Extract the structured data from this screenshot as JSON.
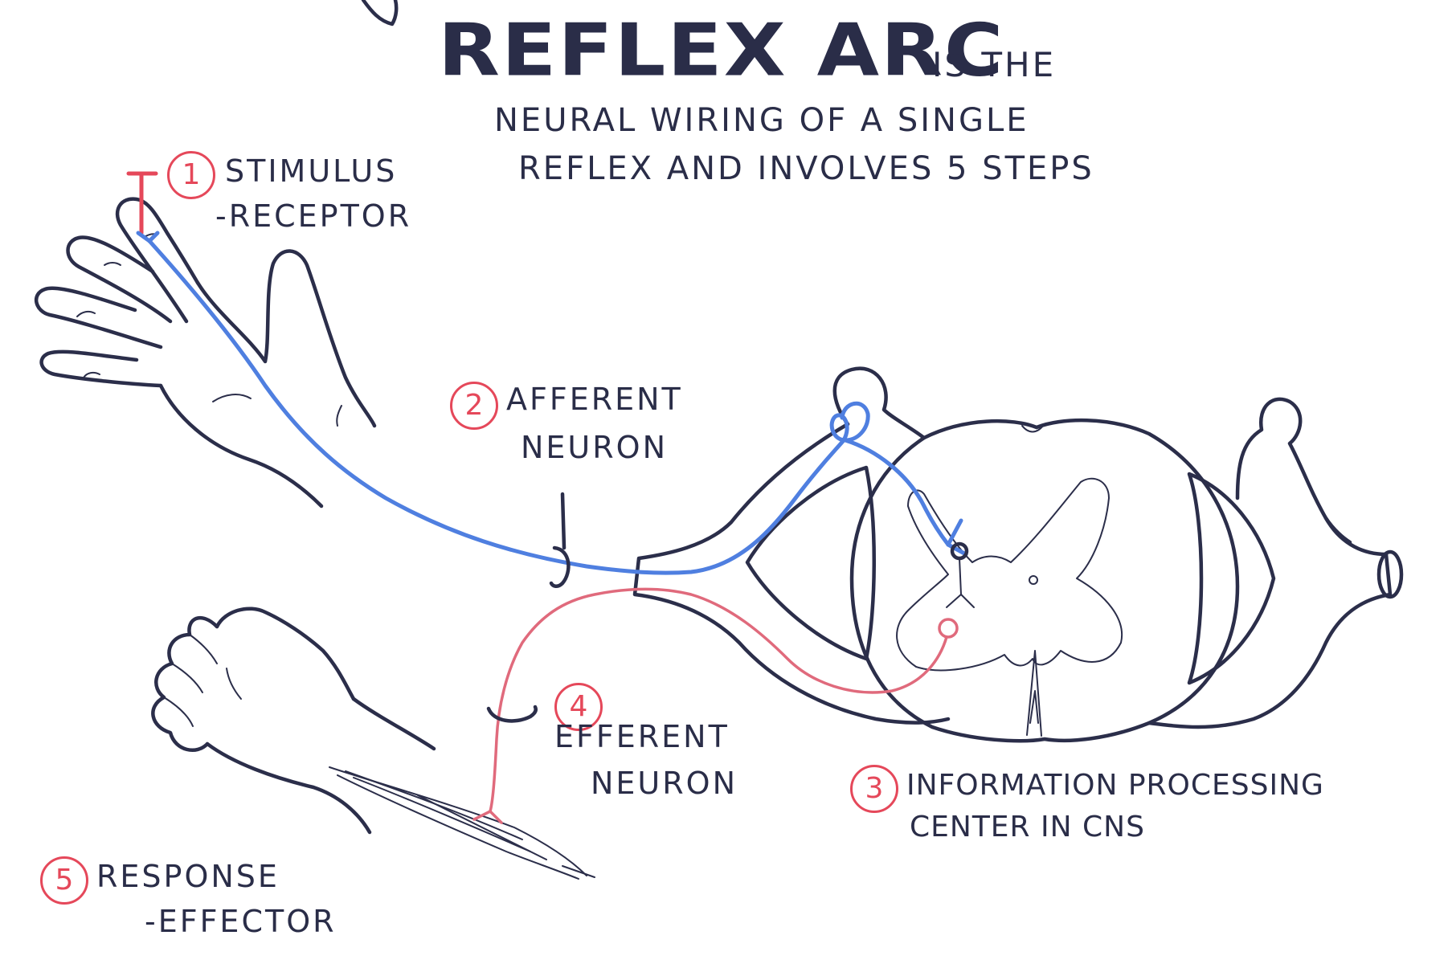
{
  "title": "Reflex Arc",
  "subtitle": {
    "line1": "is the",
    "line2": "neural wiring of a single",
    "line3": "reflex and involves 5 steps"
  },
  "steps": [
    {
      "number": "1",
      "line1": "Stimulus",
      "line2": "-Receptor"
    },
    {
      "number": "2",
      "line1": "Afferent",
      "line2": "Neuron"
    },
    {
      "number": "3",
      "line1": "Information processing",
      "line2": "center in CNS"
    },
    {
      "number": "4",
      "line1": "Efferent",
      "line2": "Neuron"
    },
    {
      "number": "5",
      "line1": "Response",
      "line2": "-Effector"
    }
  ],
  "colors": {
    "ink": "#2b2e4a",
    "afferent": "#4f7fe0",
    "efferent": "#e06a7c",
    "step_badge": "#e5485a"
  },
  "icons": {
    "open-hand": "open-hand-icon",
    "fist": "fist-icon",
    "spinal-cord": "spinal-cord-cross-section-icon",
    "stimulus": "stimulus-t-marker-icon",
    "muscle": "muscle-effector-icon"
  }
}
